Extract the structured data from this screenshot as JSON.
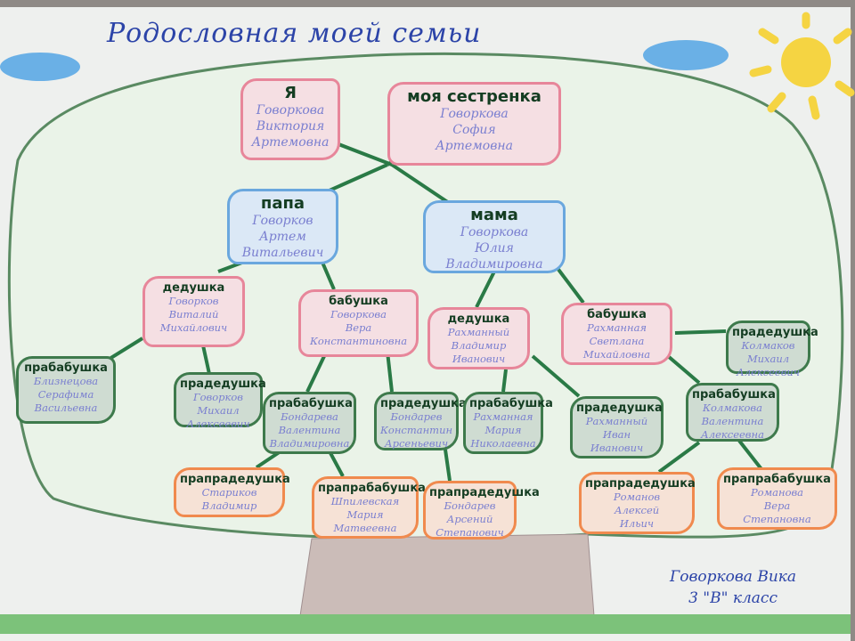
{
  "title": "Родословная моей семьи",
  "signature": {
    "name": "Говоркова Вика",
    "class": "3 \"В\" класс"
  },
  "colors": {
    "pink": "#e7869a",
    "blue": "#6aa7de",
    "green": "#3e7a4c",
    "orange": "#f08a4e",
    "arrow": "#2f8a50"
  },
  "nodes": [
    {
      "rel": "Я",
      "name": [
        "Говоркова",
        "Виктория",
        "Артемовна"
      ]
    },
    {
      "rel": "моя сестренка",
      "name": [
        "Говоркова",
        "София",
        "Артемовна"
      ]
    },
    {
      "rel": "папа",
      "name": [
        "Говорков",
        "Артем",
        "Витальевич"
      ]
    },
    {
      "rel": "мама",
      "name": [
        "Говоркова",
        "Юлия",
        "Владимировна"
      ]
    },
    {
      "rel": "дедушка",
      "name": [
        "Говорков",
        "Виталий",
        "Михайлович"
      ]
    },
    {
      "rel": "бабушка",
      "name": [
        "Говоркова",
        "Вера",
        "Константиновна"
      ]
    },
    {
      "rel": "дедушка",
      "name": [
        "Рахманный",
        "Владимир",
        "Иванович"
      ]
    },
    {
      "rel": "бабушка",
      "name": [
        "Рахманная",
        "Светлана",
        "Михайловна"
      ]
    },
    {
      "rel": "прадедушка",
      "name": [
        "Колмаков",
        "Михаил",
        "Алексеевич"
      ]
    },
    {
      "rel": "прабабушка",
      "name": [
        "Близнецова",
        "Серафима",
        "Васильевна"
      ]
    },
    {
      "rel": "прадедушка",
      "name": [
        "Говорков",
        "Михаил",
        "Алексеевич"
      ]
    },
    {
      "rel": "прабабушка",
      "name": [
        "Бондарева",
        "Валентина",
        "Владимировна"
      ]
    },
    {
      "rel": "прадедушка",
      "name": [
        "Бондарев",
        "Константин",
        "Арсеньевич"
      ]
    },
    {
      "rel": "прабабушка",
      "name": [
        "Рахманная",
        "Мария",
        "Николаевна"
      ]
    },
    {
      "rel": "прадедушка",
      "name": [
        "Рахманный",
        "Иван",
        "Иванович"
      ]
    },
    {
      "rel": "прабабушка",
      "name": [
        "Колмакова",
        "Валентина",
        "Алексеевна"
      ]
    },
    {
      "rel": "прапрадедушка",
      "name": [
        "Стариков",
        "Владимир",
        ""
      ]
    },
    {
      "rel": "прапрабабушка",
      "name": [
        "Шпилевская",
        "Мария",
        "Матвеевна"
      ]
    },
    {
      "rel": "прапрадедушка",
      "name": [
        "Бондарев",
        "Арсений",
        "Степанович"
      ]
    },
    {
      "rel": "прапрадедушка",
      "name": [
        "Романов",
        "Алексей",
        "Ильич"
      ]
    },
    {
      "rel": "прапрабабушка",
      "name": [
        "Романова",
        "Вера",
        "Степановна"
      ]
    }
  ]
}
